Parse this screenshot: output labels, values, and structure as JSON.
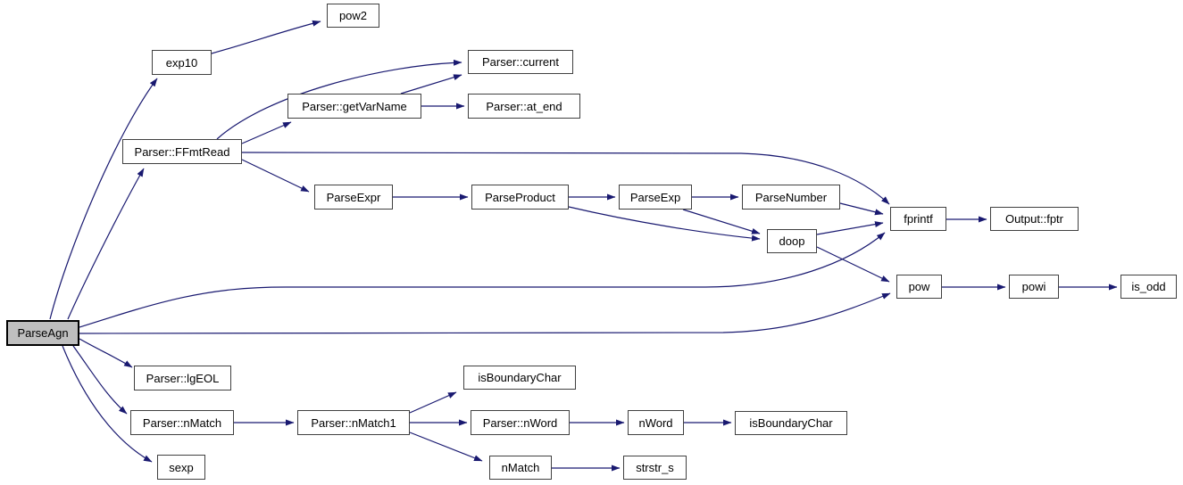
{
  "diagram": {
    "type": "call-graph",
    "root": "ParseAgn",
    "colors": {
      "background": "#ffffff",
      "edge": "#191970",
      "node_fill": "#ffffff",
      "node_border": "#404040",
      "root_fill": "#bfbfbf",
      "text": "#000000"
    },
    "nodes": {
      "parseagn": {
        "label": "ParseAgn"
      },
      "pow2": {
        "label": "pow2"
      },
      "exp10": {
        "label": "exp10"
      },
      "parser_current": {
        "label": "Parser::current"
      },
      "parser_getvarname": {
        "label": "Parser::getVarName"
      },
      "parser_at_end": {
        "label": "Parser::at_end"
      },
      "parser_ffmtread": {
        "label": "Parser::FFmtRead"
      },
      "parseexpr": {
        "label": "ParseExpr"
      },
      "parseproduct": {
        "label": "ParseProduct"
      },
      "parseexp": {
        "label": "ParseExp"
      },
      "parsenumber": {
        "label": "ParseNumber"
      },
      "fprintf": {
        "label": "fprintf"
      },
      "output_fptr": {
        "label": "Output::fptr"
      },
      "doop": {
        "label": "doop"
      },
      "pow": {
        "label": "pow"
      },
      "powi": {
        "label": "powi"
      },
      "is_odd": {
        "label": "is_odd"
      },
      "parser_lgeol": {
        "label": "Parser::lgEOL"
      },
      "parser_nmatch": {
        "label": "Parser::nMatch"
      },
      "parser_nmatch1": {
        "label": "Parser::nMatch1"
      },
      "isboundarychar1": {
        "label": "isBoundaryChar"
      },
      "parser_nword": {
        "label": "Parser::nWord"
      },
      "nword": {
        "label": "nWord"
      },
      "isboundarychar2": {
        "label": "isBoundaryChar"
      },
      "nmatch": {
        "label": "nMatch"
      },
      "strstr_s": {
        "label": "strstr_s"
      },
      "sexp": {
        "label": "sexp"
      }
    },
    "edges": [
      {
        "from": "parseagn",
        "to": "exp10"
      },
      {
        "from": "parseagn",
        "to": "parser_ffmtread"
      },
      {
        "from": "parseagn",
        "to": "fprintf"
      },
      {
        "from": "parseagn",
        "to": "pow"
      },
      {
        "from": "parseagn",
        "to": "parser_lgeol"
      },
      {
        "from": "parseagn",
        "to": "parser_nmatch"
      },
      {
        "from": "parseagn",
        "to": "sexp"
      },
      {
        "from": "exp10",
        "to": "pow2"
      },
      {
        "from": "parser_ffmtread",
        "to": "parser_current"
      },
      {
        "from": "parser_ffmtread",
        "to": "parser_getvarname"
      },
      {
        "from": "parser_ffmtread",
        "to": "parseexpr"
      },
      {
        "from": "parser_ffmtread",
        "to": "fprintf"
      },
      {
        "from": "parser_getvarname",
        "to": "parser_current"
      },
      {
        "from": "parser_getvarname",
        "to": "parser_at_end"
      },
      {
        "from": "parseexpr",
        "to": "parseproduct"
      },
      {
        "from": "parseproduct",
        "to": "parseexp"
      },
      {
        "from": "parseproduct",
        "to": "doop"
      },
      {
        "from": "parseexp",
        "to": "parsenumber"
      },
      {
        "from": "parseexp",
        "to": "doop"
      },
      {
        "from": "parsenumber",
        "to": "fprintf"
      },
      {
        "from": "doop",
        "to": "fprintf"
      },
      {
        "from": "doop",
        "to": "pow"
      },
      {
        "from": "fprintf",
        "to": "output_fptr"
      },
      {
        "from": "pow",
        "to": "powi"
      },
      {
        "from": "powi",
        "to": "is_odd"
      },
      {
        "from": "parser_nmatch",
        "to": "parser_nmatch1"
      },
      {
        "from": "parser_nmatch1",
        "to": "isboundarychar1"
      },
      {
        "from": "parser_nmatch1",
        "to": "parser_nword"
      },
      {
        "from": "parser_nmatch1",
        "to": "nmatch"
      },
      {
        "from": "parser_nword",
        "to": "nword"
      },
      {
        "from": "nword",
        "to": "isboundarychar2"
      },
      {
        "from": "nmatch",
        "to": "strstr_s"
      }
    ]
  }
}
